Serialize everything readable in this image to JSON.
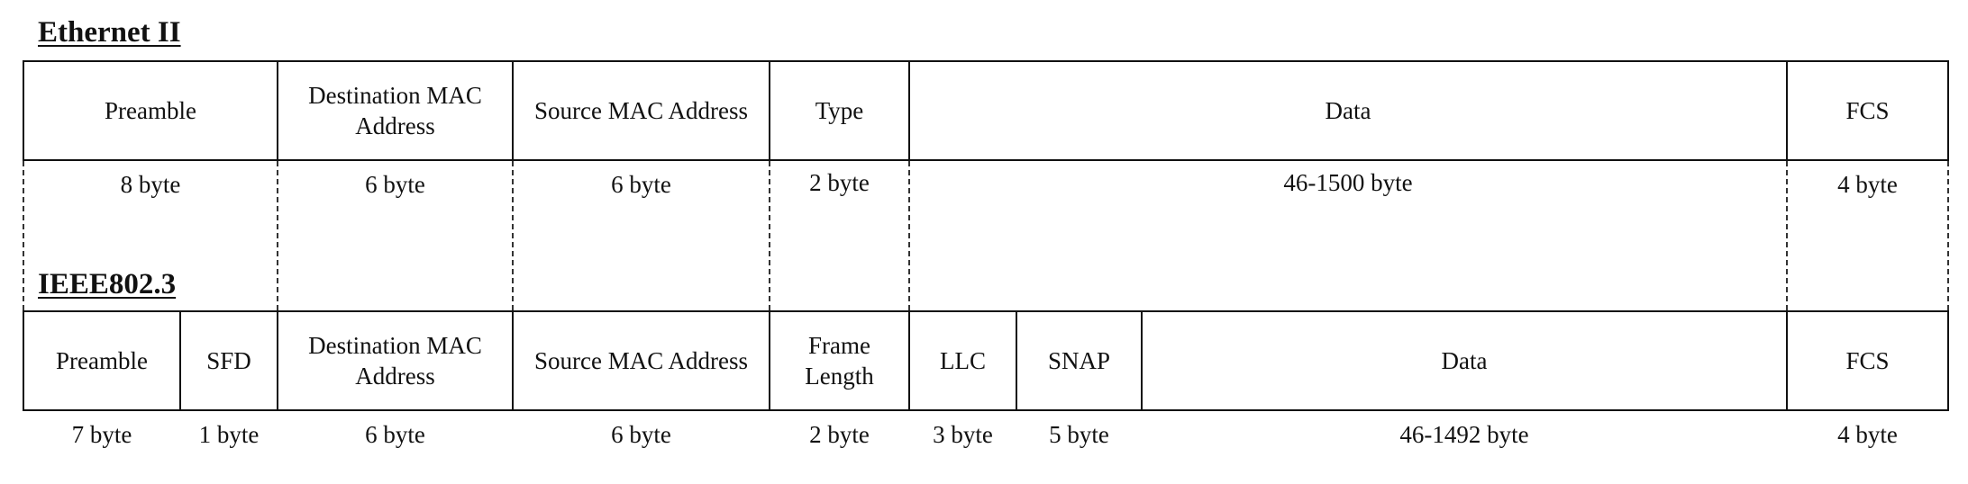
{
  "ethernet_ii": {
    "title": "Ethernet II",
    "fields": [
      {
        "label": "Preamble",
        "size": "8 byte"
      },
      {
        "label": "Destination MAC Address",
        "size": "6 byte"
      },
      {
        "label": "Source MAC Address",
        "size": "6 byte"
      },
      {
        "label": "Type",
        "size": "2 byte"
      },
      {
        "label": "Data",
        "size": "46-1500 byte"
      },
      {
        "label": "FCS",
        "size": "4 byte"
      }
    ]
  },
  "ieee8023": {
    "title": "IEEE802.3",
    "fields": [
      {
        "label": "Preamble",
        "size": "7 byte"
      },
      {
        "label": "SFD",
        "size": "1 byte"
      },
      {
        "label": "Destination MAC Address",
        "size": "6 byte"
      },
      {
        "label": "Source MAC Address",
        "size": "6 byte"
      },
      {
        "label": "Frame Length",
        "size": "2 byte"
      },
      {
        "label": "LLC",
        "size": "3 byte"
      },
      {
        "label": "SNAP",
        "size": "5 byte"
      },
      {
        "label": "Data",
        "size": "46-1492 byte"
      },
      {
        "label": "FCS",
        "size": "4 byte"
      }
    ]
  }
}
